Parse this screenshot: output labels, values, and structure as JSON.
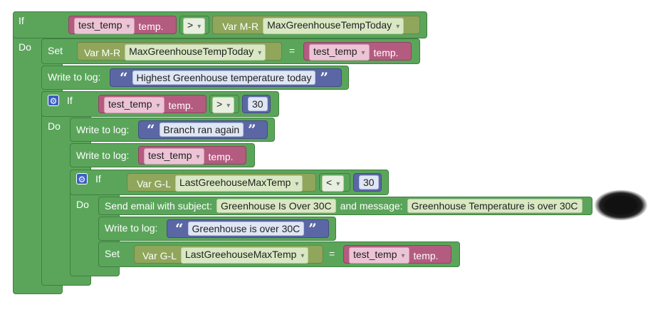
{
  "kw": {
    "if": "If",
    "do": "Do",
    "set": "Set",
    "write": "Write to log:",
    "send": "Send email with subject:",
    "and_msg": "and message:"
  },
  "vars": {
    "test_temp": "test_temp",
    "temp_suffix": "temp.",
    "var_mr": "Var M-R",
    "var_gl": "Var G-L",
    "max_today": "MaxGreenhouseTempToday",
    "last_max": "LastGreehouseMaxTemp"
  },
  "ops": {
    "gt": ">",
    "lt": "<",
    "eq": "="
  },
  "numbers": {
    "n30a": "30",
    "n30b": "30"
  },
  "strings": {
    "highest": "Highest Greenhouse temperature today",
    "branch": "Branch ran again",
    "over": "Greenhouse is over 30C",
    "email_subject": "Greenhouse Is Over 30C",
    "email_message": "Greenhouse Temperature is over 30C"
  },
  "quote_open": "“",
  "quote_close": "”",
  "icons": {
    "gear": "gear-icon"
  },
  "colors": {
    "logic_green": "#5ba55b",
    "var_olive": "#8fa65b",
    "var_mauve": "#b45b80",
    "text_blue": "#5b67a5"
  }
}
